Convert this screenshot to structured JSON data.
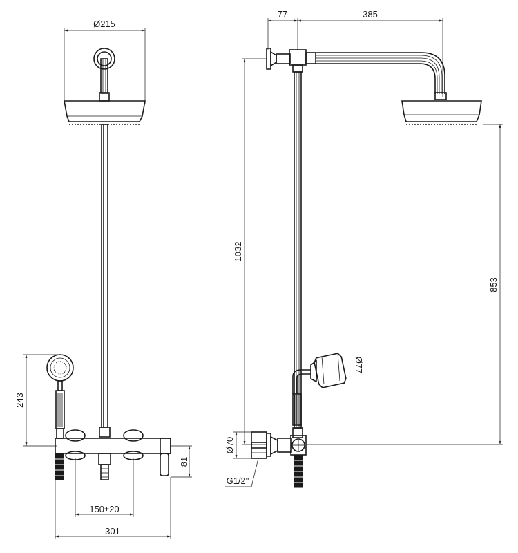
{
  "dimensions": {
    "head_diameter": "Ø215",
    "arm_offset": "77",
    "arm_length": "385",
    "total_height": "1032",
    "head_height": "853",
    "hand_shower_height": "243",
    "hand_holder_diameter": "Ø77",
    "inlet_diameter": "Ø70",
    "thread": "G1/2\"",
    "mixer_height": "81",
    "inlet_centers": "150±20",
    "mixer_width": "301"
  }
}
